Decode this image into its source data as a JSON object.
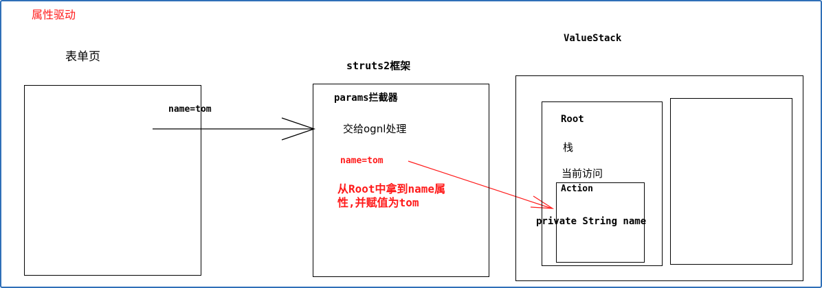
{
  "title": "属性驱动",
  "form_page": {
    "label": "表单页",
    "param": "name=tom"
  },
  "framework": {
    "label": "struts2框架",
    "interceptor": "params拦截器",
    "handoff": "交给ognl处理",
    "param": "name=tom",
    "note_line1": "从Root中拿到name属",
    "note_line2": "性,并赋值为tom"
  },
  "value_stack": {
    "label": "ValueStack",
    "root": {
      "label": "Root",
      "stack": "栈",
      "current": "当前访问"
    },
    "action": {
      "label": "Action",
      "field": "private String name"
    }
  },
  "colors": {
    "frame": "#2f6fb8",
    "highlight": "#ff1a1a",
    "line": "#000000"
  }
}
